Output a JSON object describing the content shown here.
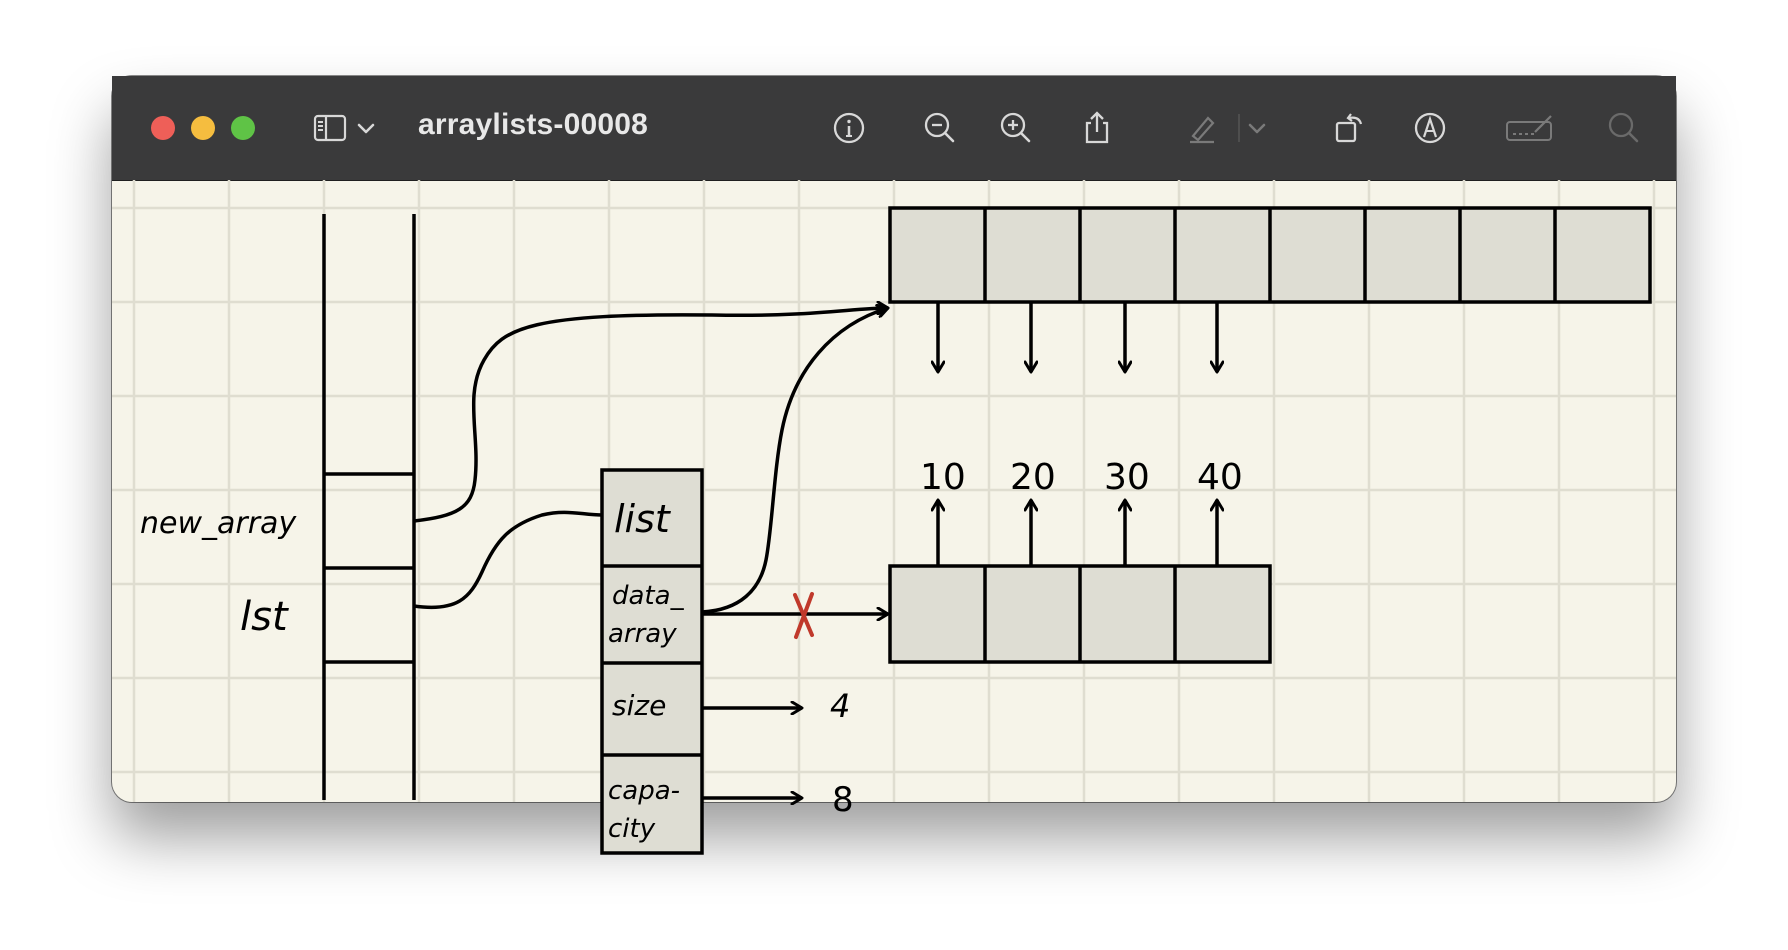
{
  "window": {
    "title": "arraylists-00008"
  },
  "toolbar": {
    "icons": [
      "sidebar-toggle-icon",
      "chevron-down-icon",
      "info-icon",
      "zoom-out-icon",
      "zoom-in-icon",
      "share-icon",
      "highlight-pen-icon",
      "chevron-down-icon",
      "rotate-icon",
      "markup-icon",
      "signature-icon",
      "search-icon"
    ]
  },
  "diagram": {
    "stack_labels": [
      "new_array",
      "lst"
    ],
    "object_fields": [
      "list",
      "data_\narray",
      "size",
      "capa-\ncity"
    ],
    "values": [
      "10",
      "20",
      "30",
      "40"
    ],
    "size_value": "4",
    "capacity_value": "8",
    "colors": {
      "paper": "#f6f4e9",
      "grid": "#dfddd0",
      "cell_fill": "#deddd3",
      "cross": "#c0392b"
    }
  }
}
